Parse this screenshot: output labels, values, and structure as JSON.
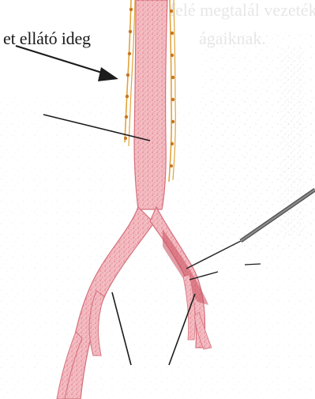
{
  "diagram": {
    "label_nerve": "et ellátó ideg",
    "faint_text_line1": "erre felé megtalál vezetéket",
    "faint_text_line2": "ágaiknak."
  },
  "colors": {
    "vessel_fill": "#f2b7bd",
    "vessel_edge": "#d4707c",
    "vessel_speckle": "#c9485a",
    "nerve": "#e0a33c",
    "nerve_node": "#c7761f",
    "pointer_line": "#1c1c1c",
    "background_noise": "#b9b9b9"
  }
}
